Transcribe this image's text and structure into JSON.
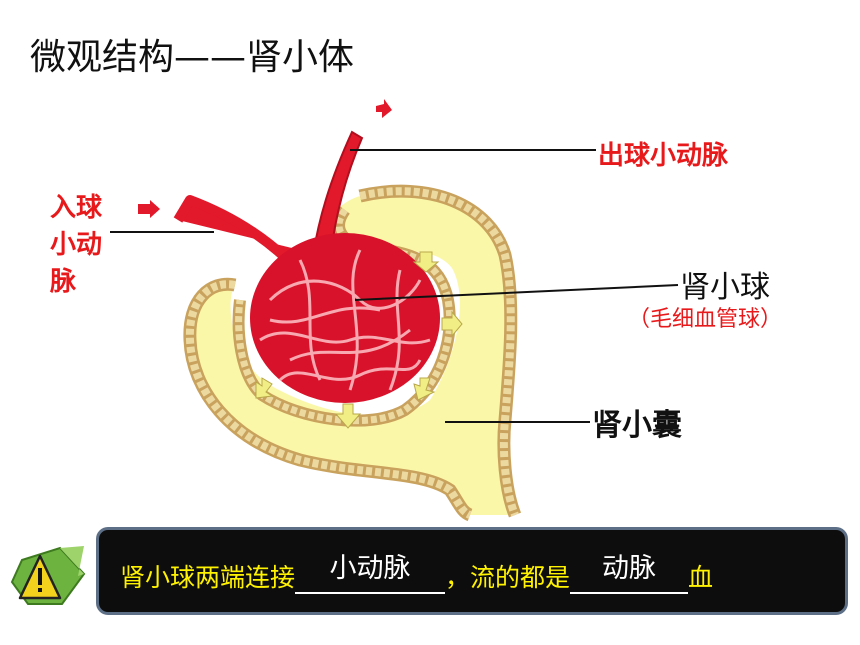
{
  "title": "微观结构——肾小体",
  "labels": {
    "afferent": [
      "入球",
      "小动",
      "脉"
    ],
    "efferent": "出球小动脉",
    "glomerulus": "肾小球",
    "glomerulus_sub": "（毛细血管球）",
    "capsule": "肾小囊"
  },
  "note": {
    "part1": "肾小球两端连接",
    "answer1": "小动脉",
    "part2": "，流的都是",
    "answer2": "动脉",
    "part3": "血"
  },
  "colors": {
    "vessel": "#e2182b",
    "capsule_fill": "#fbf7a8",
    "capsule_wall": "#d8b06a",
    "label_red": "#e8191b",
    "note_text": "#fff200"
  },
  "icons": {
    "warning": "warning-icon"
  }
}
